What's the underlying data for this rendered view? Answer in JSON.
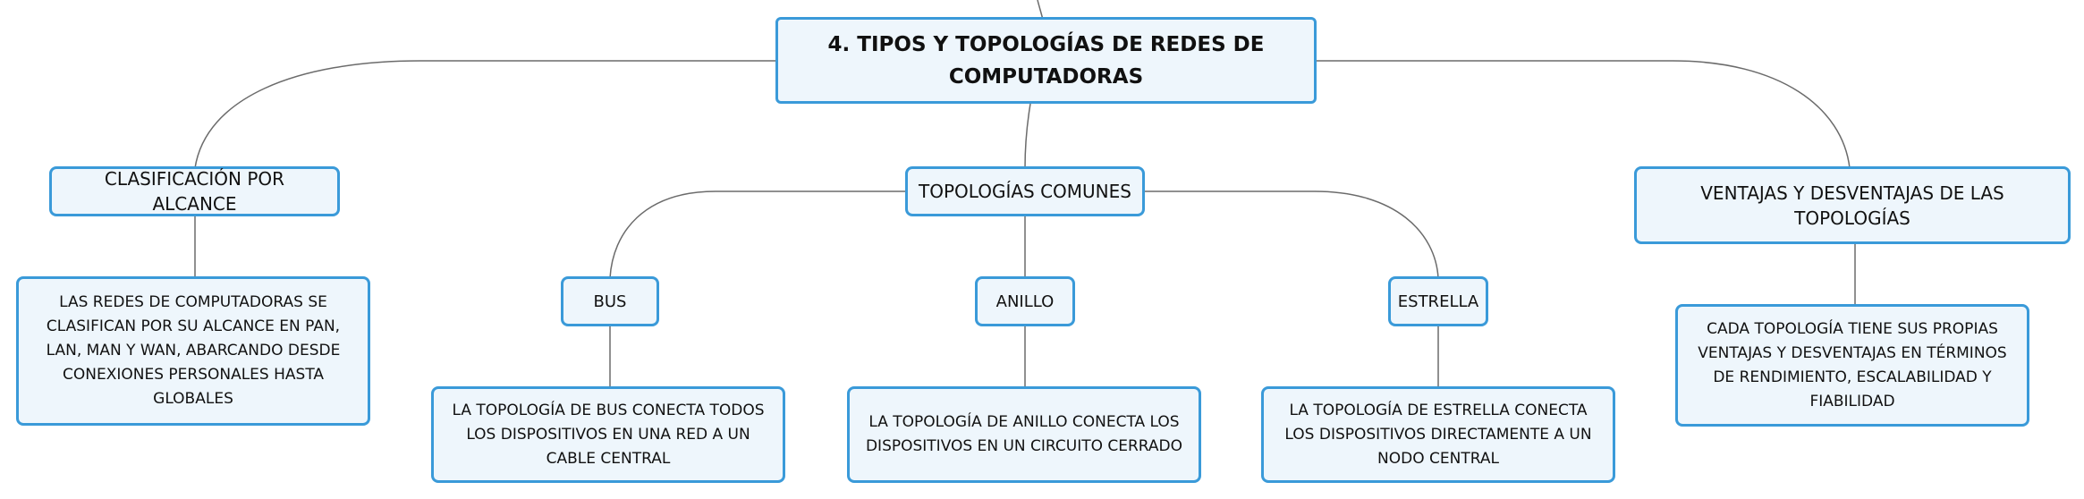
{
  "diagram": {
    "central": "4. TIPOS Y TOPOLOGÍAS DE REDES DE COMPUTADORAS",
    "topics": {
      "alcance": {
        "label": "CLASIFICACIÓN POR ALCANCE",
        "detail": "LAS REDES DE COMPUTADORAS SE CLASIFICAN POR SU ALCANCE EN PAN, LAN, MAN Y WAN, ABARCANDO DESDE CONEXIONES PERSONALES HASTA GLOBALES"
      },
      "topologias": {
        "label": "TOPOLOGÍAS COMUNES",
        "bus": {
          "label": "BUS",
          "detail": "LA TOPOLOGÍA DE BUS CONECTA TODOS LOS DISPOSITIVOS EN UNA RED A UN CABLE CENTRAL"
        },
        "anillo": {
          "label": "ANILLO",
          "detail": "LA TOPOLOGÍA DE ANILLO CONECTA LOS DISPOSITIVOS EN UN CIRCUITO CERRADO"
        },
        "estrella": {
          "label": "ESTRELLA",
          "detail": "LA TOPOLOGÍA DE ESTRELLA CONECTA LOS DISPOSITIVOS DIRECTAMENTE A UN NODO CENTRAL"
        }
      },
      "ventajas": {
        "label": "VENTAJAS Y DESVENTAJAS DE LAS TOPOLOGÍAS",
        "detail": "CADA TOPOLOGÍA TIENE SUS PROPIAS VENTAJAS Y DESVENTAJAS EN TÉRMINOS DE RENDIMIENTO, ESCALABILIDAD Y FIABILIDAD"
      }
    }
  },
  "colors": {
    "node_border": "#3a9ad9",
    "node_fill": "#eef6fc",
    "connector": "#6b6b6b",
    "text": "#111111"
  }
}
